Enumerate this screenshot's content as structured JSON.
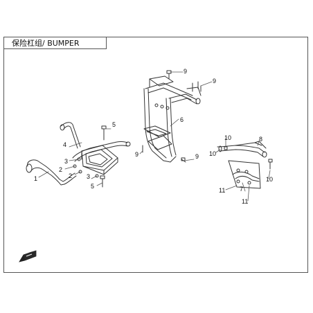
{
  "title": "保险杠组/ BUMPER",
  "callouts": [
    {
      "id": "c1",
      "label": "1"
    },
    {
      "id": "c2a",
      "label": "2"
    },
    {
      "id": "c2b",
      "label": "2"
    },
    {
      "id": "c3a",
      "label": "3"
    },
    {
      "id": "c3b",
      "label": "3"
    },
    {
      "id": "c4",
      "label": "4"
    },
    {
      "id": "c5a",
      "label": "5"
    },
    {
      "id": "c5b",
      "label": "5"
    },
    {
      "id": "c6",
      "label": "6"
    },
    {
      "id": "c7",
      "label": "7"
    },
    {
      "id": "c8",
      "label": "8"
    },
    {
      "id": "c9a",
      "label": "9"
    },
    {
      "id": "c9b",
      "label": "9"
    },
    {
      "id": "c9c",
      "label": "9"
    },
    {
      "id": "c9d",
      "label": "9"
    },
    {
      "id": "c10a",
      "label": "10"
    },
    {
      "id": "c10b",
      "label": "10"
    },
    {
      "id": "c10c",
      "label": "10"
    },
    {
      "id": "c11a",
      "label": "11"
    },
    {
      "id": "c11b",
      "label": "11"
    }
  ],
  "icons": {
    "front_arrow": "front-direction-arrow-icon"
  }
}
